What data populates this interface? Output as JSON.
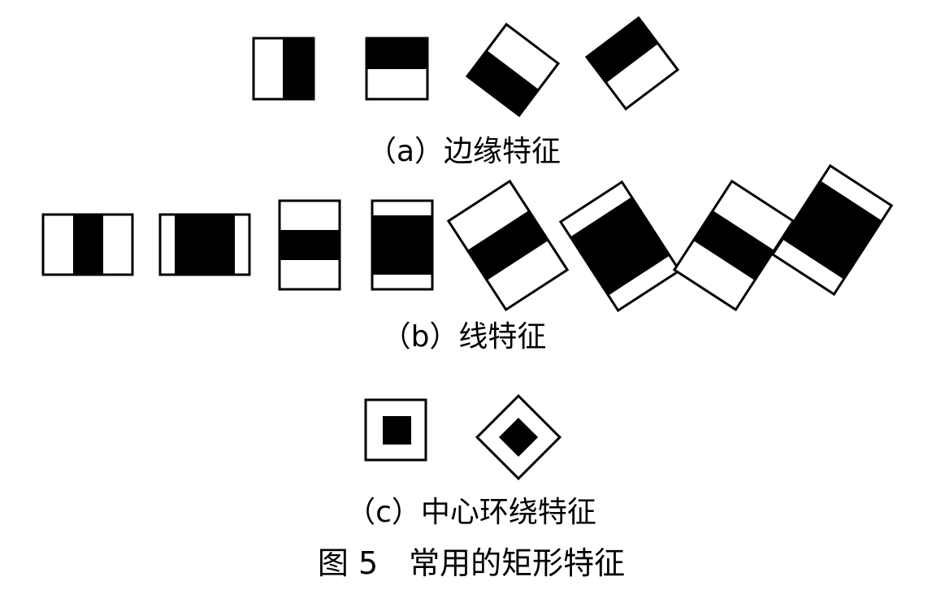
{
  "figure": {
    "caption_a": "（a）边缘特征",
    "caption_b": "（b）线特征",
    "caption_c": "（c）中心环绕特征",
    "title": "图 5　常用的矩形特征"
  },
  "colors": {
    "fill_dark": "#000000",
    "fill_light": "#ffffff",
    "stroke": "#000000"
  },
  "feature_groups": [
    {
      "group": "edge",
      "count": 4,
      "features": [
        {
          "kind": "vertical-split",
          "rotation_deg": 0
        },
        {
          "kind": "horizontal-split",
          "rotation_deg": 0
        },
        {
          "kind": "horizontal-split",
          "rotation_deg": 45
        },
        {
          "kind": "horizontal-split",
          "rotation_deg": -45
        }
      ]
    },
    {
      "group": "line",
      "count": 8,
      "features": [
        {
          "kind": "vertical-stripe-narrow",
          "rotation_deg": 0
        },
        {
          "kind": "vertical-stripe-wide",
          "rotation_deg": 0
        },
        {
          "kind": "horizontal-stripe-narrow",
          "rotation_deg": 0
        },
        {
          "kind": "horizontal-stripe-wide",
          "rotation_deg": 0
        },
        {
          "kind": "stripe-narrow",
          "rotation_deg": -30
        },
        {
          "kind": "stripe-wide",
          "rotation_deg": -30
        },
        {
          "kind": "stripe-narrow",
          "rotation_deg": 30
        },
        {
          "kind": "stripe-wide",
          "rotation_deg": 30
        }
      ]
    },
    {
      "group": "center-surround",
      "count": 2,
      "features": [
        {
          "kind": "center-square",
          "rotation_deg": 0
        },
        {
          "kind": "center-square",
          "rotation_deg": 45
        }
      ]
    }
  ]
}
